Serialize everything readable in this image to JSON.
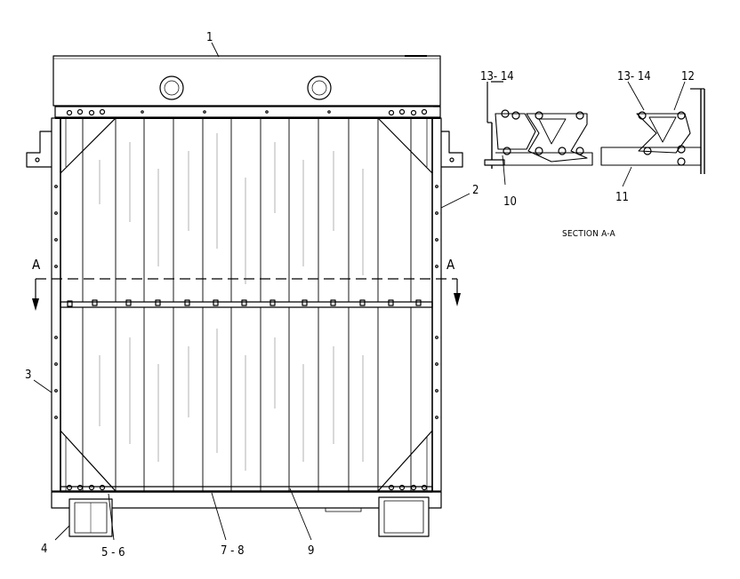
{
  "callouts": {
    "c1": "1",
    "c2": "2",
    "c3": "3",
    "c4": "4",
    "c5_6": "5 - 6",
    "c7_8": "7 - 8",
    "c9": "9",
    "c10": "10",
    "c11": "11",
    "c12": "12",
    "c13_14_left": "13- 14",
    "c13_14_right": "13- 14"
  },
  "section": {
    "marker_left": "A",
    "marker_right": "A",
    "title": "SECTION A-A"
  }
}
